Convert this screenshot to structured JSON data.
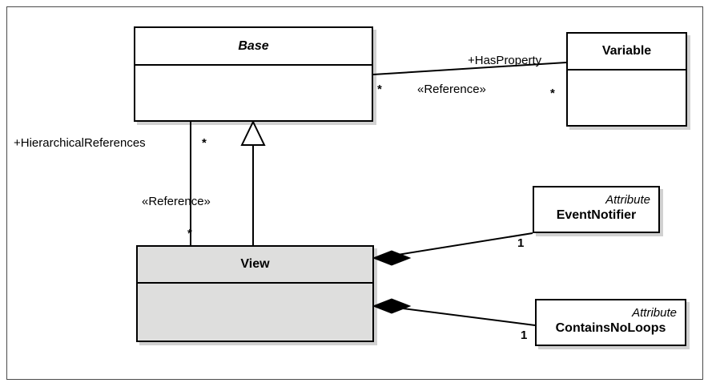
{
  "diagram": {
    "kind": "uml-class-diagram",
    "frame_border_color": "#4a4a4a",
    "shaded_fill": "#dededd",
    "line_color": "#000000"
  },
  "classes": [
    {
      "id": "base",
      "name": "Base",
      "style": "italic",
      "shaded": false
    },
    {
      "id": "variable",
      "name": "Variable",
      "style": "normal",
      "shaded": false
    },
    {
      "id": "view",
      "name": "View",
      "style": "normal",
      "shaded": true
    }
  ],
  "attributes": [
    {
      "id": "event-notifier",
      "stereotype": "Attribute",
      "name": "EventNotifier",
      "multiplicity": "1"
    },
    {
      "id": "contains-no-loops",
      "stereotype": "Attribute",
      "name": "ContainsNoLoops",
      "multiplicity": "1"
    }
  ],
  "associations": [
    {
      "id": "has-property",
      "role": "+HasProperty",
      "stereotype": "«Reference»",
      "source_multiplicity": "*",
      "target_multiplicity": "*"
    },
    {
      "id": "hierarchical-references",
      "role": "+HierarchicalReferences",
      "stereotype": "«Reference»",
      "source_multiplicity": "*",
      "target_multiplicity": "*"
    }
  ]
}
